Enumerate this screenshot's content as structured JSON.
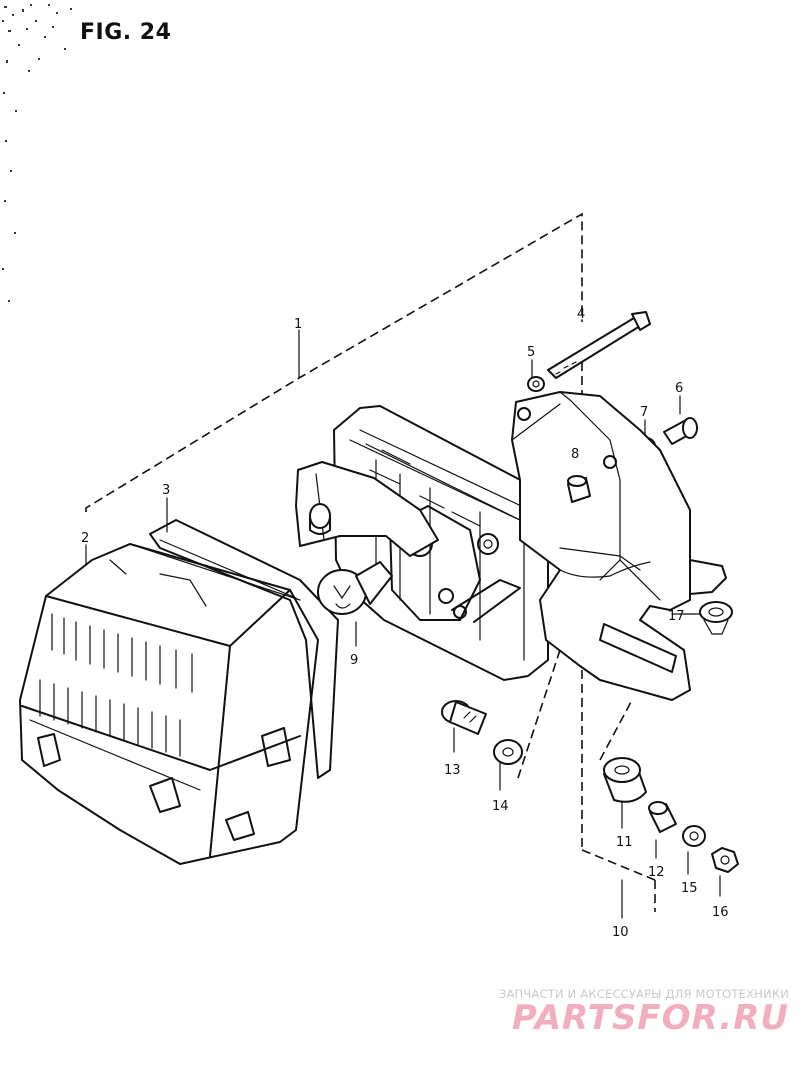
{
  "figure": {
    "title": "FIG. 24"
  },
  "colors": {
    "ink": "#111111",
    "watermark_text": "#c9c9c9",
    "watermark_logo": "#f2aebf"
  },
  "callouts": [
    "1",
    "2",
    "3",
    "4",
    "5",
    "6",
    "7",
    "8",
    "9",
    "10",
    "11",
    "12",
    "13",
    "14",
    "15",
    "16",
    "17"
  ],
  "watermark": {
    "tagline": "ЗАПЧАСТИ И АКСЕССУАРЫ ДЛЯ МОТОТЕХНИКИ",
    "logo": "PARTSFOR.RU"
  }
}
